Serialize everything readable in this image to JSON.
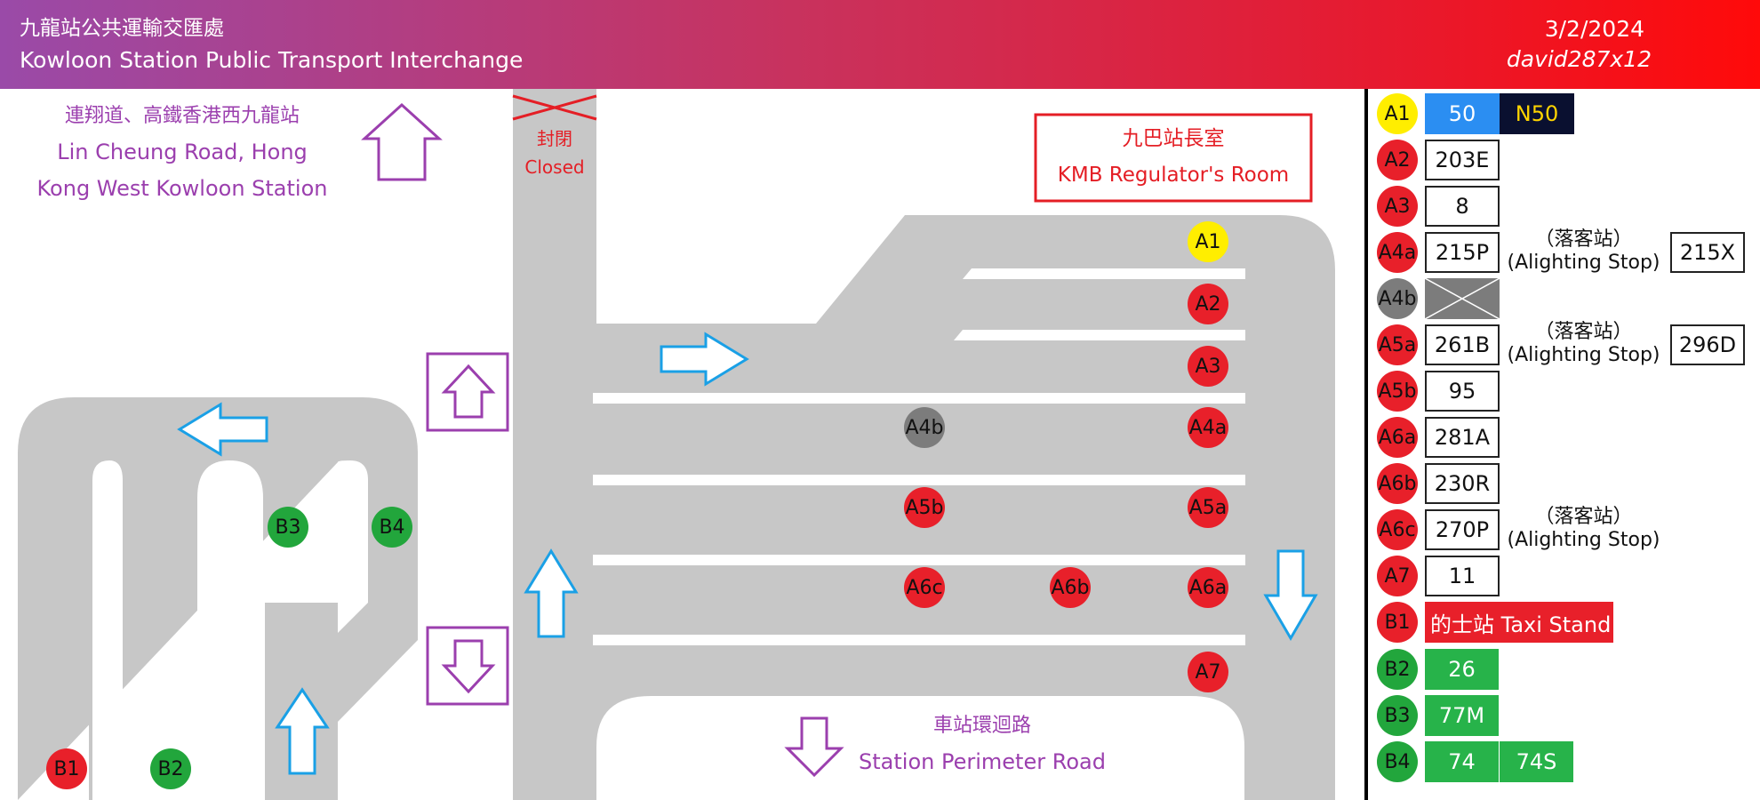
{
  "header": {
    "title_zh": "九龍站公共運輸交匯處",
    "title_en": "Kowloon Station Public Transport Interchange",
    "date": "3/2/2024",
    "author": "david287x12"
  },
  "map": {
    "west_label_zh": "連翔道、高鐵香港西九龍站",
    "west_label_en_1": "Lin Cheung Road, Hong",
    "west_label_en_2": "Kong West Kowloon Station",
    "closed_zh": "封閉",
    "closed_en": "Closed",
    "regulator_zh": "九巴站長室",
    "regulator_en": "KMB Regulator's Room",
    "perimeter_zh": "車站環迴路",
    "perimeter_en": "Station Perimeter Road",
    "stops": [
      "A1",
      "A2",
      "A3",
      "A4a",
      "A4b",
      "A5a",
      "A5b",
      "A6a",
      "A6b",
      "A6c",
      "A7",
      "B1",
      "B2",
      "B3",
      "B4"
    ]
  },
  "legend": {
    "alighting_zh": "（落客站）",
    "alighting_en": "(Alighting Stop)",
    "rows": [
      {
        "stop": "A1",
        "color": "yellow",
        "routes": [
          "50",
          "N50"
        ]
      },
      {
        "stop": "A2",
        "color": "red",
        "routes": [
          "203E"
        ]
      },
      {
        "stop": "A3",
        "color": "red",
        "routes": [
          "8"
        ]
      },
      {
        "stop": "A4a",
        "color": "red",
        "routes": [
          "215P"
        ],
        "alighting": "215X"
      },
      {
        "stop": "A4b",
        "color": "grey",
        "routes": []
      },
      {
        "stop": "A5a",
        "color": "red",
        "routes": [
          "261B"
        ],
        "alighting": "296D"
      },
      {
        "stop": "A5b",
        "color": "red",
        "routes": [
          "95"
        ]
      },
      {
        "stop": "A6a",
        "color": "red",
        "routes": [
          "281A"
        ]
      },
      {
        "stop": "A6b",
        "color": "red",
        "routes": [
          "230R"
        ]
      },
      {
        "stop": "A6c",
        "color": "red",
        "routes": [
          "270P"
        ],
        "alighting_note": true
      },
      {
        "stop": "A7",
        "color": "red",
        "routes": [
          "11"
        ]
      },
      {
        "stop": "B1",
        "color": "red",
        "routes": [
          "的士站 Taxi Stand"
        ]
      },
      {
        "stop": "B2",
        "color": "green",
        "routes": [
          "26"
        ]
      },
      {
        "stop": "B3",
        "color": "green",
        "routes": [
          "77M"
        ]
      },
      {
        "stop": "B4",
        "color": "green",
        "routes": [
          "74",
          "74S"
        ]
      }
    ]
  },
  "colors": {
    "road": "#c7c7c7",
    "stop_red": "#e8202a",
    "stop_green": "#22a63c",
    "stop_yellow": "#ffee00",
    "stop_grey": "#7c7c7c",
    "arrow_blue": "#1aa0e6",
    "arrow_purple": "#9b3fae",
    "accent_red": "#e41e25"
  }
}
